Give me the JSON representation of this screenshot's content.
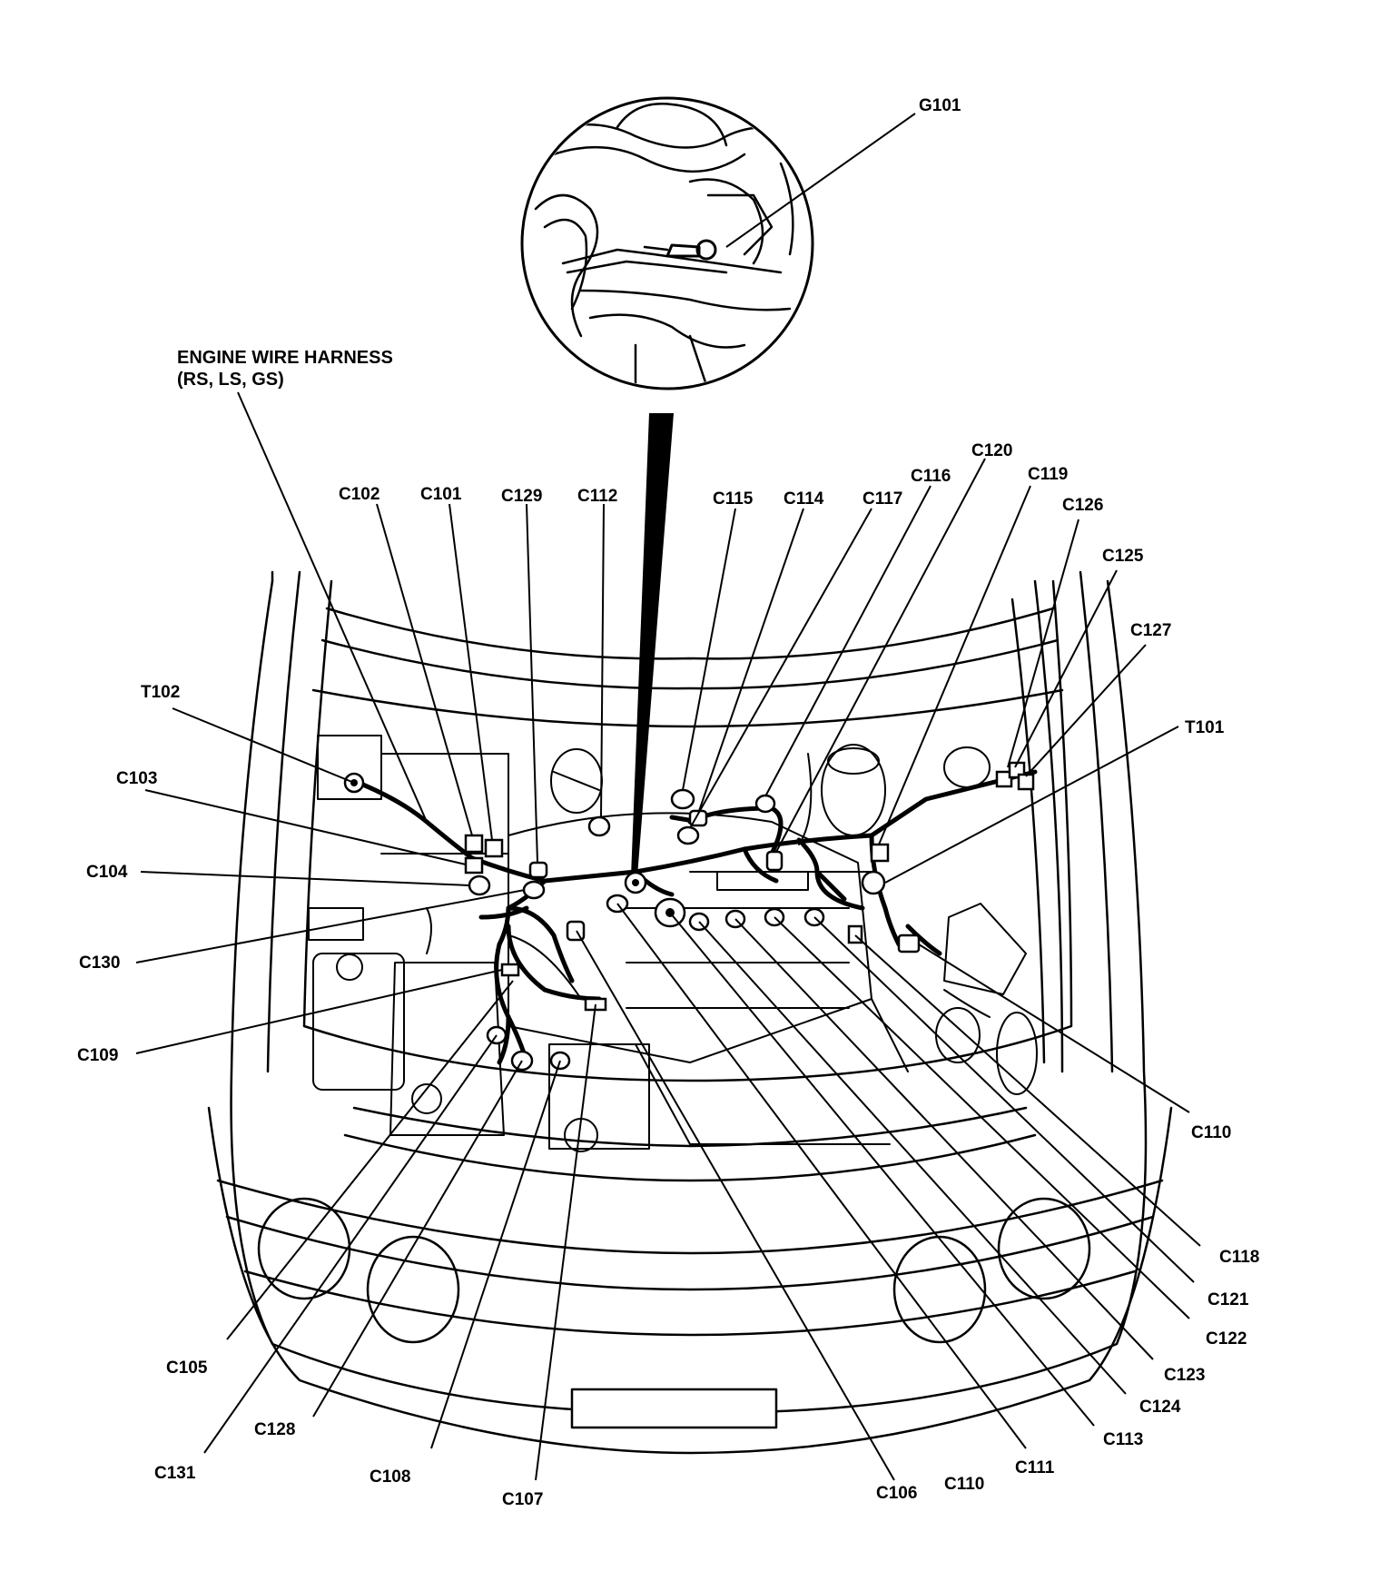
{
  "title": {
    "line1": "ENGINE WIRE HARNESS",
    "line2": "(RS, LS, GS)"
  },
  "labels": {
    "G101": "G101",
    "C101": "C101",
    "C102": "C102",
    "C103": "C103",
    "C104": "C104",
    "C105": "C105",
    "C106": "C106",
    "C107": "C107",
    "C108": "C108",
    "C109": "C109",
    "C110_right": "C110",
    "C110_bottom": "C110",
    "C111": "C111",
    "C112": "C112",
    "C113": "C113",
    "C114": "C114",
    "C115": "C115",
    "C116": "C116",
    "C117": "C117",
    "C118": "C118",
    "C119": "C119",
    "C120": "C120",
    "C121": "C121",
    "C122": "C122",
    "C123": "C123",
    "C124": "C124",
    "C125": "C125",
    "C126": "C126",
    "C127": "C127",
    "C128": "C128",
    "C129": "C129",
    "C130": "C130",
    "C131": "C131",
    "T101": "T101",
    "T102": "T102"
  }
}
